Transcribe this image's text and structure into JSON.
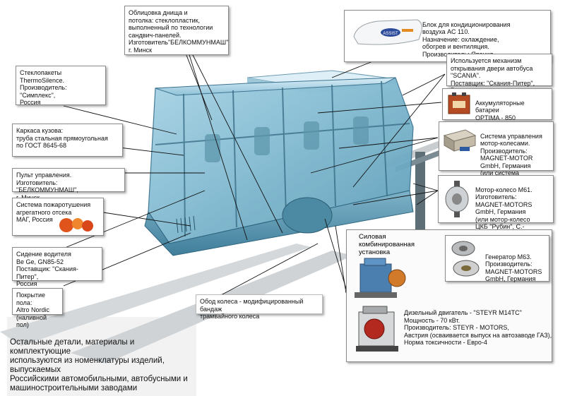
{
  "callouts": {
    "hull": "Облицовка днища и\nпотолка: стеклопластик,\nвыполненный по технологии\nсандвич-панелей.\nИзготовитель\"БЕЛКОММУНМАШ\"\nг. Минск",
    "ac": "Блок для кондиционирования\nвоздуха АС 110.\nНазначение: охлаждение,\nобогрев и вентиляция.\nПроизводитель: Япония",
    "glass": "Стеклопакеты\nThermoSilence.\nПроизводитель: \"Симплекс\",\nРоссия",
    "door": "Используется механизм\nоткрывания двери автобуса\n\"SCANIA\".\nПоставщик: \"Скания-Питер\", Россия",
    "battery": "Аккумуляторные батареи\nOPTIMA - 850\nПоставщик:\n\"OPTIMA BATTERIES\", США",
    "frame": "Каркаса кузова:\nтруба стальная прямоугольная\nпо ГОСТ 8645-68",
    "control_system": "Система управления\nмотор-колесами.\nПроизводитель:\nMAGNET-MOTOR\nGmbH, Германия\n(или система управления\nЦКБ \"Рубин\", С.-Петербург)",
    "console": "Пульт управления.\nИзготовитель: \"БЕЛКОММУНМАШ\",\nг. Минск",
    "motor_wheel": "Мотор-колесо М61.\nИзготовитель:\nMAGNET-MOTORS\nGmbH, Германия\n(или мотор-колесо\nЦКБ \"Рубин\", С.-Петербург)",
    "fire": "Система пожаротушения\nагрегатного отсека\nМАГ, Россия",
    "seat": "Сидение водителя\nBe Ge, GN85-52\nПоставщик: \"Скания-Питер\",\nРоссия",
    "powerplant_title": "Силовая\nкомбинированная\nустановка",
    "generator": "Генератор М63.\nПроизводитель:\nMAGNET-MOTORS\nGmbH, Германия",
    "diesel": "Дизельный двигатель - \"STEYR M14TC\"\nМощность - 70 кВт.\nПроизводитель: STEYR - MOTORS,\nАвстрия (осваивается выпуск на автозаводе ГАЗ),\nНорма токсичности - Евро-4",
    "floor": "Покрытие пола:\nAltro Nordic\n(наливной пол)",
    "wheel_rim": "Обод колеса - модифицированный  бандаж\nтрамвайного колеса",
    "bottom_note": "Остальные детали, материалы и комплектующие\nиспользуются из номенклатуры изделий, выпускаемых\nРоссийскими автомобильными, автобусными и\nмашиностроительными заводами"
  },
  "ac_unit_logo": "ASSIST"
}
